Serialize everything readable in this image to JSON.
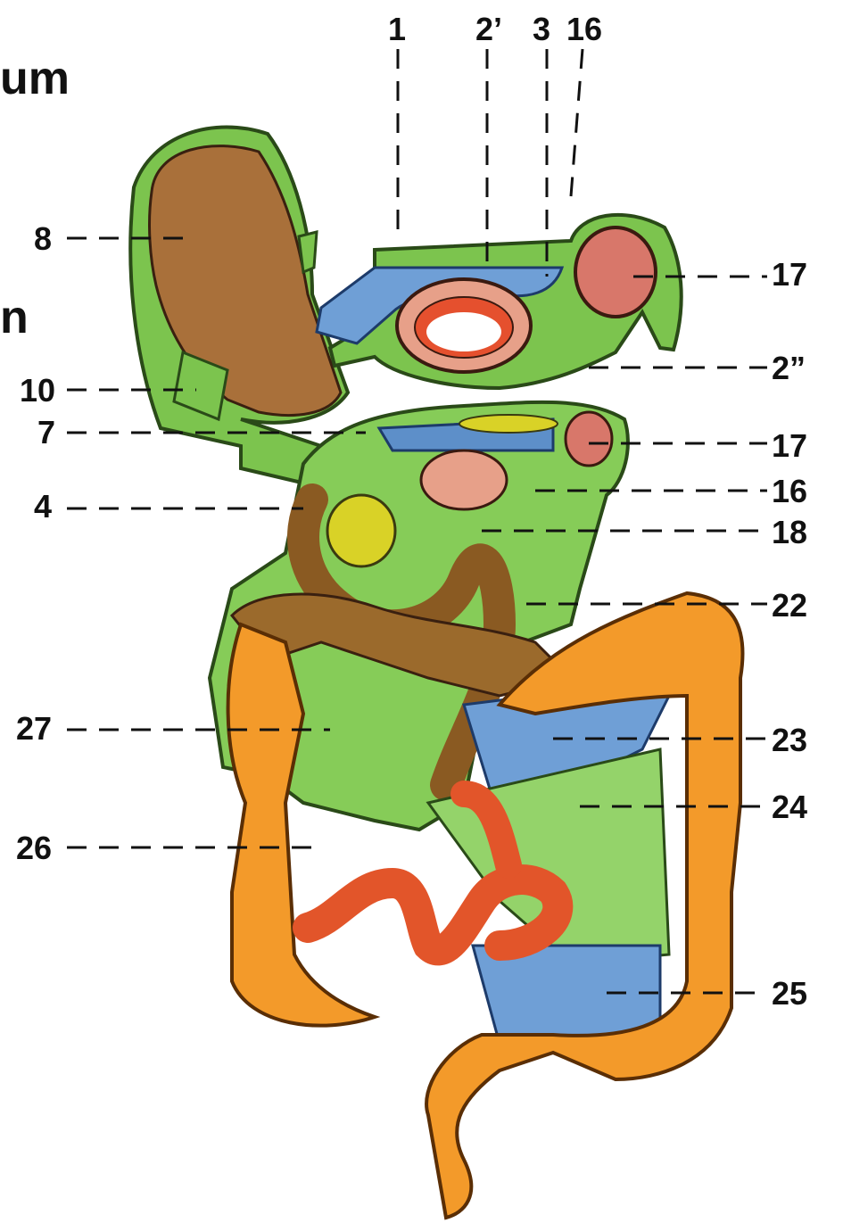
{
  "left_cut_text": {
    "top": "um",
    "middle": "n"
  },
  "labels_top": [
    "1",
    "2’",
    "3",
    "16"
  ],
  "labels_left": [
    "8",
    "10",
    "7",
    "4",
    "27",
    "26"
  ],
  "labels_right": [
    "17",
    "2”",
    "17",
    "16",
    "18",
    "22",
    "23",
    "24",
    "25"
  ],
  "colors": {
    "peritoneum_green": "#7cc44e",
    "liver_brown": "#a9703a",
    "bursa_blue": "#6f9fd6",
    "colon_orange": "#f39a2a",
    "small_intestine_red": "#e2552a",
    "pancreas_yellow": "#d9d227",
    "duodenum_brown": "#8a5a22"
  }
}
